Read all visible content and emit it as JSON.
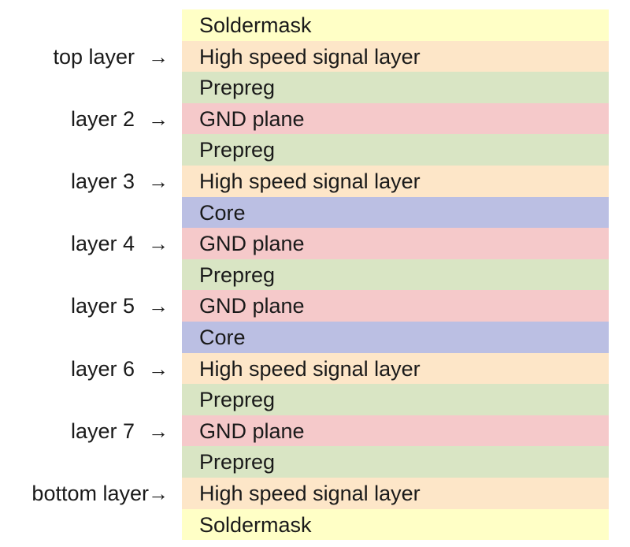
{
  "stack": [
    {
      "label": "Soldermask",
      "kind": "soldermask"
    },
    {
      "label": "High speed signal layer",
      "kind": "signal"
    },
    {
      "label": "Prepreg",
      "kind": "prepreg"
    },
    {
      "label": "GND plane",
      "kind": "gnd"
    },
    {
      "label": "Prepreg",
      "kind": "prepreg"
    },
    {
      "label": "High speed signal layer",
      "kind": "signal"
    },
    {
      "label": "Core",
      "kind": "core"
    },
    {
      "label": "GND plane",
      "kind": "gnd"
    },
    {
      "label": "Prepreg",
      "kind": "prepreg"
    },
    {
      "label": "GND plane",
      "kind": "gnd"
    },
    {
      "label": "Core",
      "kind": "core"
    },
    {
      "label": "High speed signal layer",
      "kind": "signal"
    },
    {
      "label": "Prepreg",
      "kind": "prepreg"
    },
    {
      "label": "GND plane",
      "kind": "gnd"
    },
    {
      "label": "Prepreg",
      "kind": "prepreg"
    },
    {
      "label": "High speed signal layer",
      "kind": "signal"
    },
    {
      "label": "Soldermask",
      "kind": "soldermask"
    }
  ],
  "layer_labels": [
    {
      "text": "top layer",
      "arrow": "→",
      "row": 1
    },
    {
      "text": "layer 2",
      "arrow": "→",
      "row": 3
    },
    {
      "text": "layer 3",
      "arrow": "→",
      "row": 5
    },
    {
      "text": "layer 4",
      "arrow": "→",
      "row": 7
    },
    {
      "text": "layer 5",
      "arrow": "→",
      "row": 9
    },
    {
      "text": "layer 6",
      "arrow": "→",
      "row": 11
    },
    {
      "text": "layer 7",
      "arrow": "→",
      "row": 13
    },
    {
      "text": "bottom layer",
      "arrow": "→",
      "row": 15
    }
  ],
  "colors": {
    "soldermask": "#ffffc6",
    "signal": "#fde6c8",
    "prepreg": "#d9e5c4",
    "gnd": "#f5c9ca",
    "core": "#bbbfe3"
  }
}
